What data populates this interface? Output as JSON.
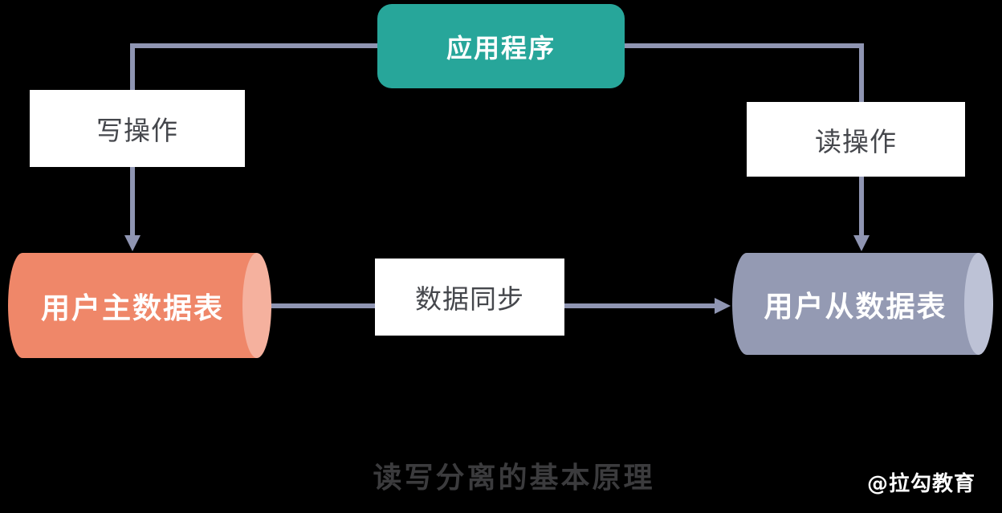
{
  "diagram": {
    "caption": "读写分离的基本原理",
    "watermark": "@拉勾教育",
    "nodes": {
      "application": {
        "label": "应用程序",
        "bg_color": "#27a69a",
        "text_color": "#ffffff"
      },
      "write_operation": {
        "label": "写操作",
        "bg_color": "#ffffff",
        "text_color": "#45474c"
      },
      "read_operation": {
        "label": "读操作",
        "bg_color": "#ffffff",
        "text_color": "#45474c"
      },
      "data_sync": {
        "label": "数据同步",
        "bg_color": "#ffffff",
        "text_color": "#45474c"
      },
      "master_table": {
        "label": "用户主数据表",
        "body_color": "#ef8769",
        "cap_color": "#f5b19e",
        "text_color": "#ffffff"
      },
      "slave_table": {
        "label": "用户从数据表",
        "body_color": "#949ab3",
        "cap_color": "#bdc2d6",
        "text_color": "#ffffff"
      }
    },
    "edges": {
      "write_edge": {
        "from": "application",
        "to": "master_table",
        "label": "写操作"
      },
      "read_edge": {
        "from": "application",
        "to": "slave_table",
        "label": "读操作"
      },
      "sync_edge": {
        "from": "master_table",
        "to": "slave_table",
        "label": "数据同步"
      }
    },
    "colors": {
      "background": "#000000",
      "connector": "#8f95b2",
      "caption_text": "#3b3b3d",
      "watermark_text": "#ffffff"
    }
  }
}
